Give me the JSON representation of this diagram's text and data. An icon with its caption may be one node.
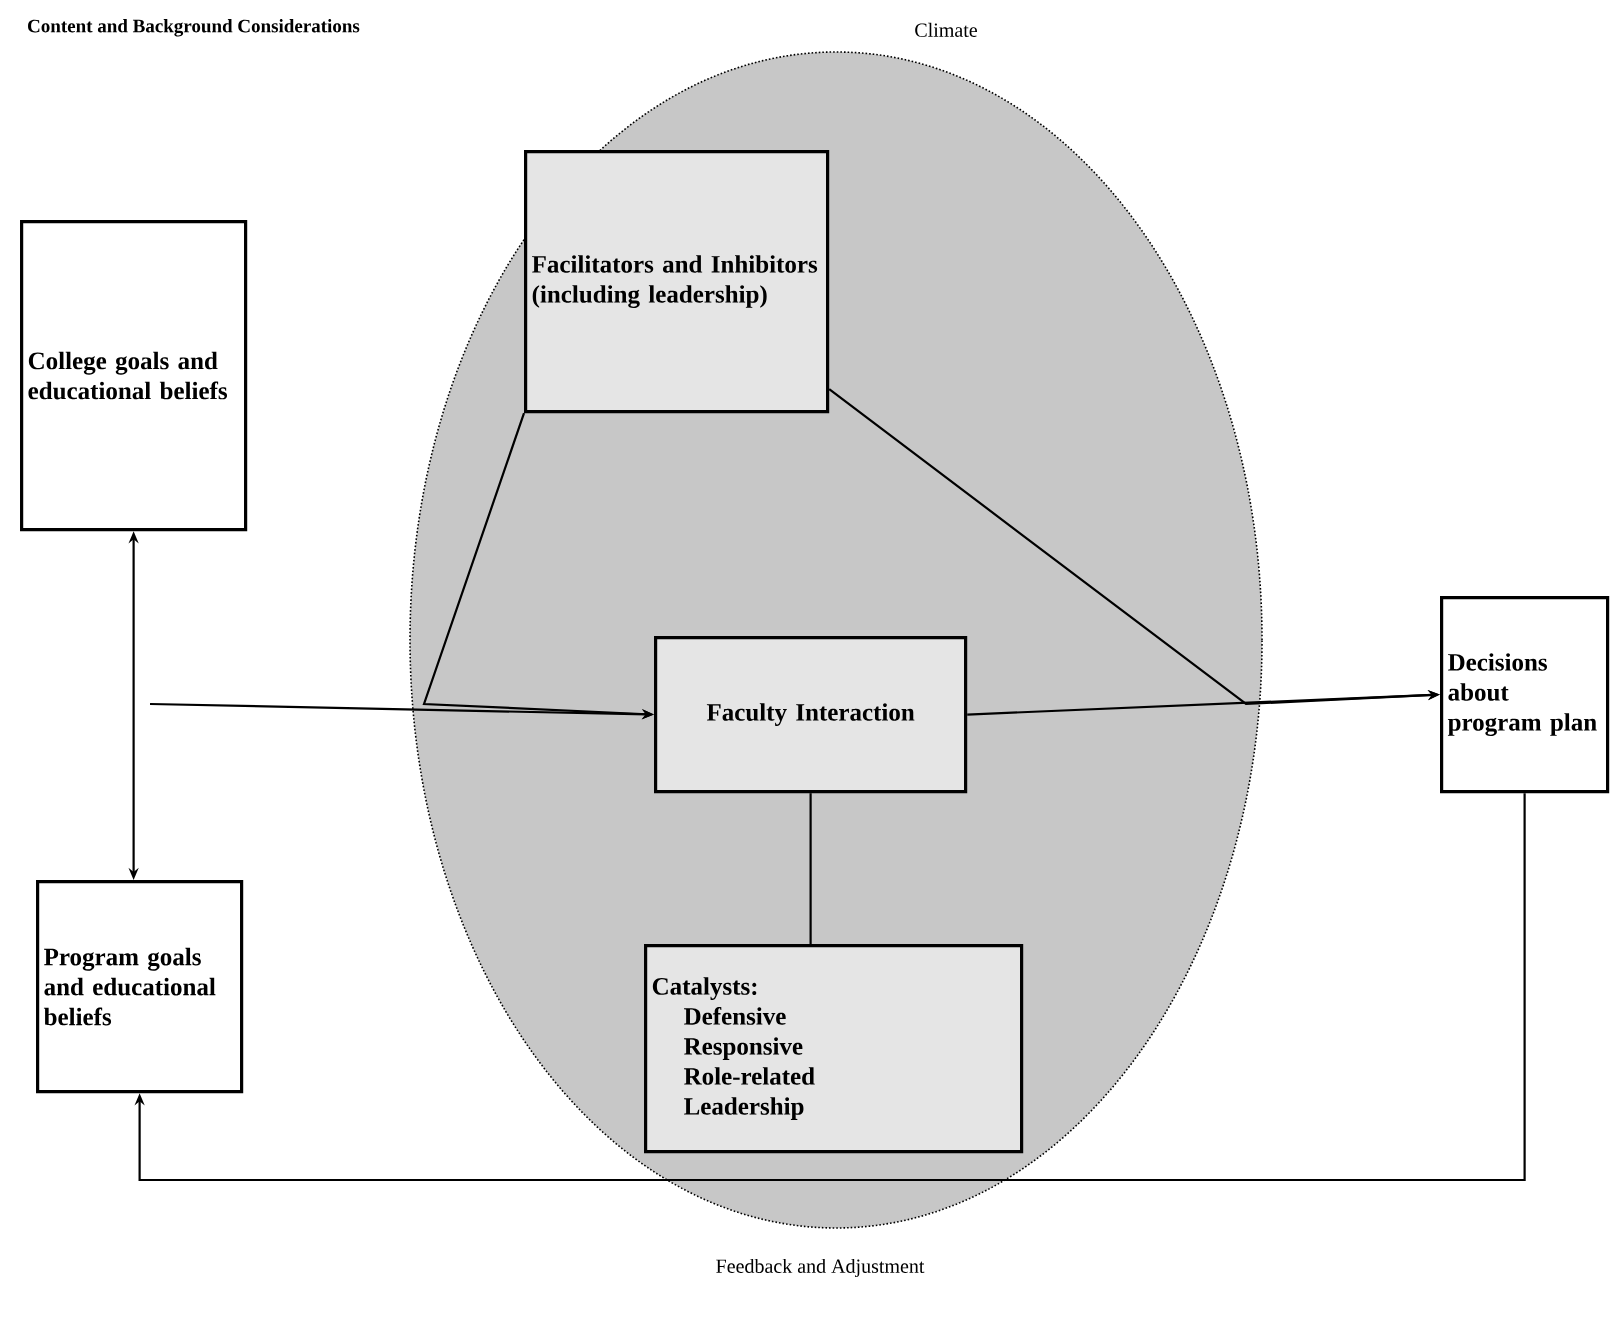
{
  "diagram": {
    "nodes": [
      {
        "text": [
          "Climate"
        ]
      },
      {
        "text": [
          "Facilitators and Inhibitors (including leadership)"
        ],
        "in": 0
      },
      {
        "text": [
          "Faculty Interaction"
        ],
        "in": 0
      },
      {
        "text": [
          "Catalysts:",
          "Defensive",
          "Responsive",
          "Role-related",
          "Leadership"
        ],
        "in": 0
      },
      {
        "text": [
          "College goals and educational beliefs"
        ]
      },
      {
        "text": [
          "Program goals and educational beliefs"
        ]
      },
      {
        "text": [
          "Decisions about program plan"
        ]
      }
    ],
    "edges": [
      {
        "from": null,
        "to": 2,
        "arrow": "to"
      },
      {
        "from": 1,
        "to": 2,
        "arrow": "to"
      },
      {
        "from": 1,
        "to": 6,
        "arrow": "to"
      },
      {
        "from": 2,
        "to": 6,
        "arrow": "to"
      },
      {
        "from": 2,
        "to": 3,
        "arrow": "none"
      },
      {
        "from": 4,
        "to": 5,
        "arrow": "both"
      },
      {
        "from": 6,
        "to": 5,
        "arrow": "to",
        "label": "Feedback and Adjustment"
      }
    ],
    "labels": [
      "Content and Background Considerations"
    ]
  }
}
